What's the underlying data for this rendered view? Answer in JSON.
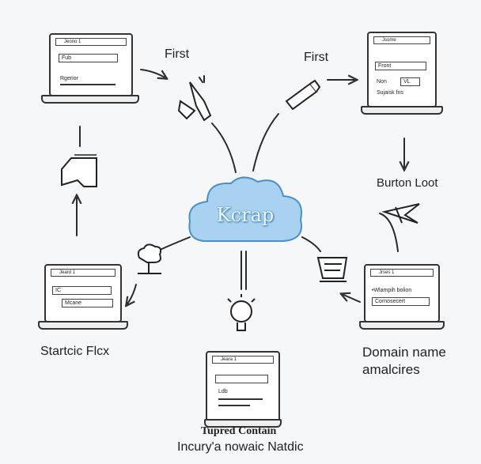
{
  "labels": {
    "top_left_arrow": "First",
    "top_right_arrow": "First",
    "right_middle": "Burton Loot",
    "bottom_left": "Startcic Flcx",
    "bottom_right_line1": "Domain name",
    "bottom_right_line2": "amalcires",
    "bottom_center_line1": "Tupred Contain",
    "bottom_center_line2": "Incury'a nowaic Natdic"
  },
  "cloud": {
    "text": "Kcrap",
    "color": "#a9d2f0"
  },
  "laptops": {
    "top_left": {
      "title": "Jeono 1",
      "field1": "Fub",
      "row_text": "Rgerior"
    },
    "top_right": {
      "title": "Jsome",
      "field1": "Front",
      "row_label": "Non",
      "row_value": "VL",
      "row_text": "Sujaisk fns"
    },
    "bottom_left": {
      "title": "Jeard 1",
      "field1": "IC",
      "row_text": "Mcane"
    },
    "bottom_right": {
      "title": "Jrses 1",
      "field1": "•Wlampih bolion",
      "field2": "Cornosecert"
    },
    "bottom_center": {
      "title": "Jeara 1",
      "row_text": "Ldb"
    }
  }
}
